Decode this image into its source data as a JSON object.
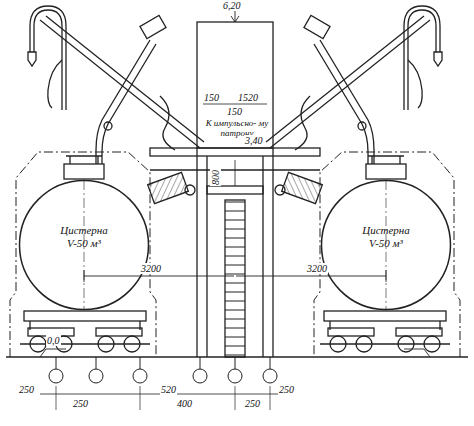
{
  "diagram": {
    "nodes": [
      {
        "text": [
          "Цистерна",
          "V-50 м³"
        ]
      },
      {
        "text": [
          "Цистерна",
          "V-50 м³"
        ]
      }
    ],
    "labels": [
      "6,20",
      "150",
      "1520",
      "150",
      "К импульсно- му патрону",
      "3,40",
      "800",
      "3200",
      "3200",
      "0,0",
      "250",
      "250",
      "520",
      "400",
      "250",
      "250"
    ]
  }
}
